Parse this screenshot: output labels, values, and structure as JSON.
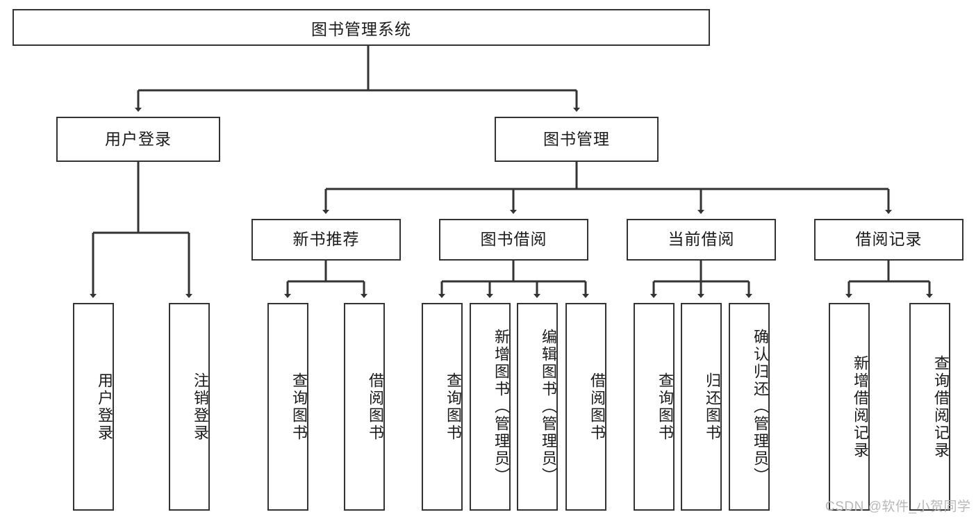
{
  "diagram": {
    "title": "图书管理系统",
    "type": "tree-hierarchy",
    "root": {
      "label": "图书管理系统"
    },
    "level2": [
      {
        "label": "用户登录"
      },
      {
        "label": "图书管理"
      }
    ],
    "level3": [
      {
        "label": "新书推荐"
      },
      {
        "label": "图书借阅"
      },
      {
        "label": "当前借阅"
      },
      {
        "label": "借阅记录"
      }
    ],
    "leaves": {
      "user_login": [
        {
          "label": "用户登录"
        },
        {
          "label": "注销登录"
        }
      ],
      "new_book_rec": [
        {
          "label": "查询图书"
        },
        {
          "label": "借阅图书"
        }
      ],
      "book_borrow": [
        {
          "label": "查询图书"
        },
        {
          "label": "新增图书（管理员）"
        },
        {
          "label": "编辑图书（管理员）"
        },
        {
          "label": "借阅图书"
        }
      ],
      "current_borrow": [
        {
          "label": "查询图书"
        },
        {
          "label": "归还图书"
        },
        {
          "label": "确认归还（管理员）"
        }
      ],
      "borrow_record": [
        {
          "label": "新增借阅记录"
        },
        {
          "label": "查询借阅记录"
        }
      ]
    }
  },
  "watermark": {
    "text": "CSDN @软件_小贺同学"
  },
  "colors": {
    "stroke": "#333333",
    "box_fill": "#ffffff",
    "text": "#1a1a1a",
    "watermark": "#b8b8b8"
  }
}
